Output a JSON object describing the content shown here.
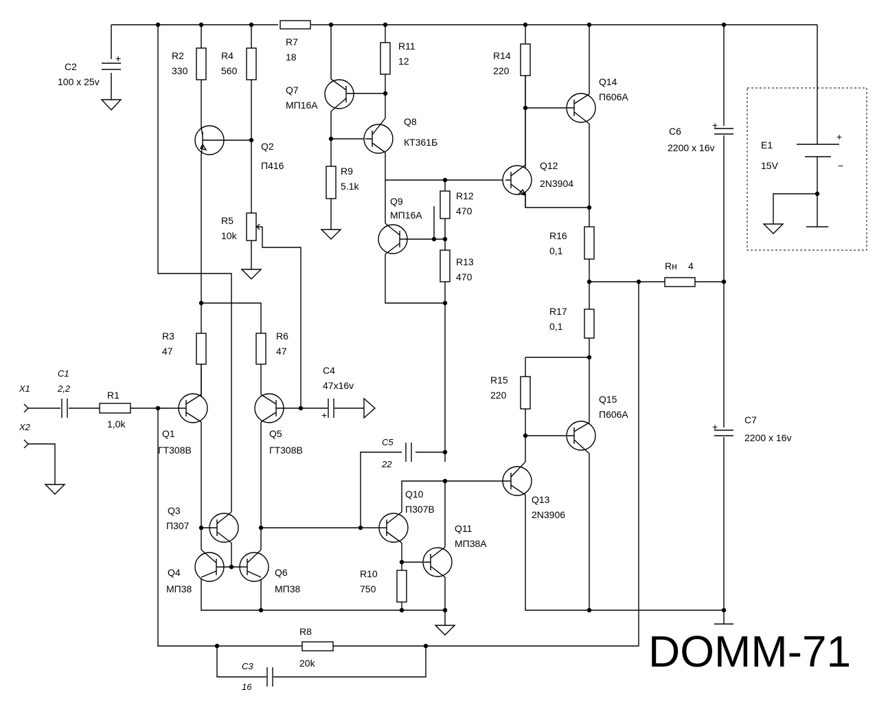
{
  "title": "DOMM-71",
  "components": {
    "C1": {
      "ref": "C1",
      "value": "2,2"
    },
    "C2": {
      "ref": "C2",
      "value": "100 x 25v"
    },
    "C3": {
      "ref": "C3",
      "value": "16"
    },
    "C4": {
      "ref": "C4",
      "value": "47x16v"
    },
    "C5": {
      "ref": "C5",
      "value": "22"
    },
    "C6": {
      "ref": "C6",
      "value": "2200 x 16v"
    },
    "C7": {
      "ref": "C7",
      "value": "2200 x 16v"
    },
    "R1": {
      "ref": "R1",
      "value": "1,0k"
    },
    "R2": {
      "ref": "R2",
      "value": "330"
    },
    "R3": {
      "ref": "R3",
      "value": "47"
    },
    "R4": {
      "ref": "R4",
      "value": "560"
    },
    "R5": {
      "ref": "R5",
      "value": "10k"
    },
    "R6": {
      "ref": "R6",
      "value": "47"
    },
    "R7": {
      "ref": "R7",
      "value": "18"
    },
    "R8": {
      "ref": "R8",
      "value": "20k"
    },
    "R9": {
      "ref": "R9",
      "value": "5.1k"
    },
    "R10": {
      "ref": "R10",
      "value": "750"
    },
    "R11": {
      "ref": "R11",
      "value": "12"
    },
    "R12": {
      "ref": "R12",
      "value": "470"
    },
    "R13": {
      "ref": "R13",
      "value": "470"
    },
    "R14": {
      "ref": "R14",
      "value": "220"
    },
    "R15": {
      "ref": "R15",
      "value": "220"
    },
    "R16": {
      "ref": "R16",
      "value": "0,1"
    },
    "R17": {
      "ref": "R17",
      "value": "0,1"
    },
    "RN": {
      "ref": "Rн",
      "value": "4"
    },
    "Q1": {
      "ref": "Q1",
      "value": "ГТ308В"
    },
    "Q2": {
      "ref": "Q2",
      "value": "П416"
    },
    "Q3": {
      "ref": "Q3",
      "value": "П307"
    },
    "Q4": {
      "ref": "Q4",
      "value": "МП38"
    },
    "Q5": {
      "ref": "Q5",
      "value": "ГТ308В"
    },
    "Q6": {
      "ref": "Q6",
      "value": "МП38"
    },
    "Q7": {
      "ref": "Q7",
      "value": "МП16А"
    },
    "Q8": {
      "ref": "Q8",
      "value": "КТ361Б"
    },
    "Q9": {
      "ref": "Q9",
      "value": "МП16А"
    },
    "Q10": {
      "ref": "Q10",
      "value": "П307В"
    },
    "Q11": {
      "ref": "Q11",
      "value": "МП38А"
    },
    "Q12": {
      "ref": "Q12",
      "value": "2N3904"
    },
    "Q13": {
      "ref": "Q13",
      "value": "2N3906"
    },
    "Q14": {
      "ref": "Q14",
      "value": "П606А"
    },
    "Q15": {
      "ref": "Q15",
      "value": "П606А"
    },
    "E1": {
      "ref": "E1",
      "value": "15V"
    }
  },
  "terminals": {
    "X1": "X1",
    "X2": "X2"
  },
  "polarity": {
    "plus": "+",
    "minus": "−",
    "cap_plus": "+"
  }
}
